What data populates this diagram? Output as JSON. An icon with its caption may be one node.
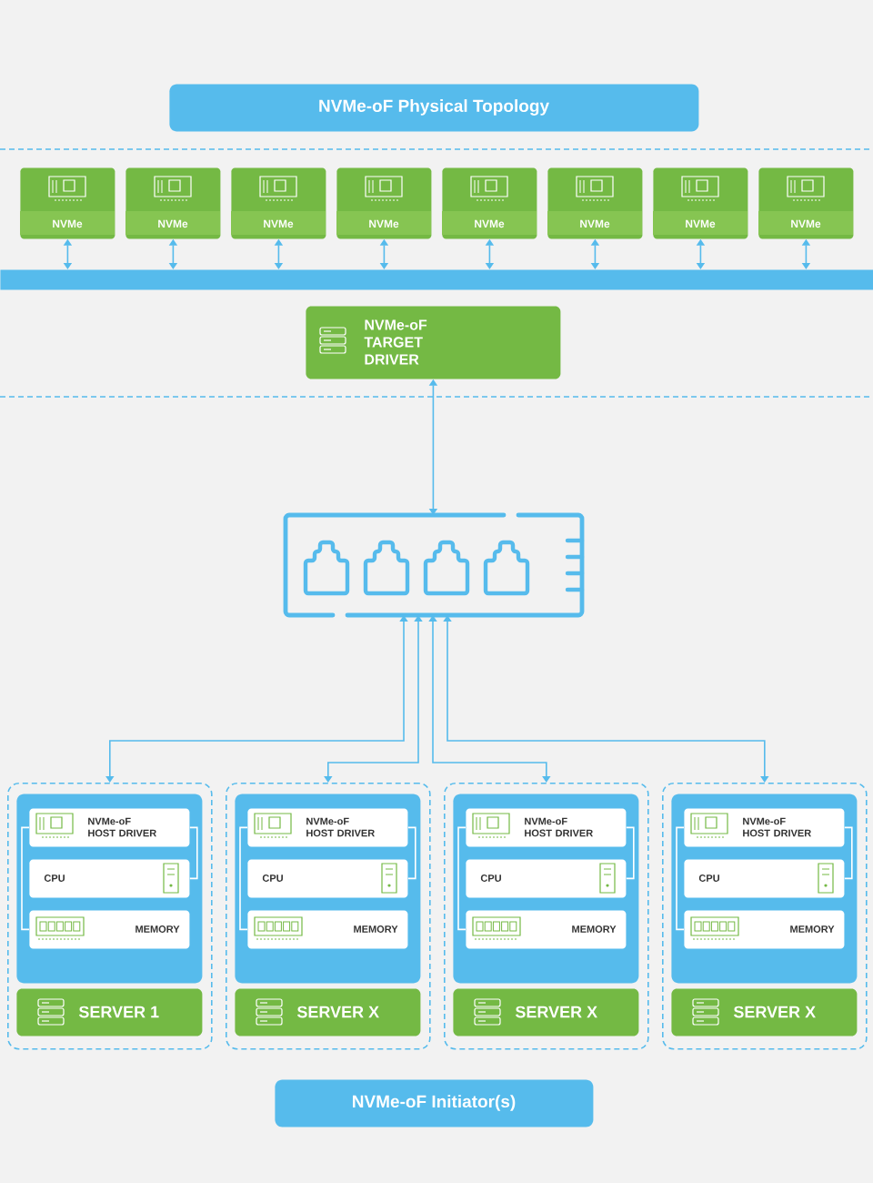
{
  "diagram": {
    "nodes": [
      {
        "text": [
          "NVMe-oF Physical Topology"
        ]
      },
      {
        "text": [
          "NVMe"
        ]
      },
      {
        "text": [
          "NVMe"
        ]
      },
      {
        "text": [
          "NVMe"
        ]
      },
      {
        "text": [
          "NVMe"
        ]
      },
      {
        "text": [
          "NVMe"
        ]
      },
      {
        "text": [
          "NVMe"
        ]
      },
      {
        "text": [
          "NVMe"
        ]
      },
      {
        "text": [
          "NVMe"
        ]
      },
      {
        "text": [],
        "shape": "bar"
      },
      {
        "text": [
          "NVMe-oF TARGET DRIVER"
        ]
      },
      {
        "text": [],
        "shape": "switch"
      },
      {
        "text": [],
        "shape": "box"
      },
      {
        "text": [],
        "shape": "box",
        "in": 12
      },
      {
        "text": [
          "NVMe-oF HOST DRIVER"
        ],
        "in": 13
      },
      {
        "text": [
          "CPU"
        ],
        "in": 13
      },
      {
        "text": [
          "MEMORY"
        ],
        "in": 13
      },
      {
        "text": [
          "SERVER 1"
        ],
        "in": 12
      },
      {
        "text": [],
        "shape": "box"
      },
      {
        "text": [],
        "shape": "box",
        "in": 18
      },
      {
        "text": [
          "NVMe-oF HOST DRIVER"
        ],
        "in": 19
      },
      {
        "text": [
          "CPU"
        ],
        "in": 19
      },
      {
        "text": [
          "MEMORY"
        ],
        "in": 19
      },
      {
        "text": [
          "SERVER X"
        ],
        "in": 18
      },
      {
        "text": [],
        "shape": "box"
      },
      {
        "text": [],
        "shape": "box",
        "in": 24
      },
      {
        "text": [
          "NVMe-oF HOST DRIVER"
        ],
        "in": 25
      },
      {
        "text": [
          "CPU"
        ],
        "in": 25
      },
      {
        "text": [
          "MEMORY"
        ],
        "in": 25
      },
      {
        "text": [
          "SERVER X"
        ],
        "in": 24
      },
      {
        "text": [],
        "shape": "box"
      },
      {
        "text": [],
        "shape": "box",
        "in": 30
      },
      {
        "text": [
          "NVMe-oF HOST DRIVER"
        ],
        "in": 31
      },
      {
        "text": [
          "CPU"
        ],
        "in": 31
      },
      {
        "text": [
          "MEMORY"
        ],
        "in": 31
      },
      {
        "text": [
          "SERVER X"
        ],
        "in": 30
      },
      {
        "text": [
          "NVMe-oF Initiator(s)"
        ]
      }
    ],
    "edges": [
      {
        "from": 1,
        "to": 9,
        "arrow": "both"
      },
      {
        "from": 2,
        "to": 9,
        "arrow": "both"
      },
      {
        "from": 3,
        "to": 9,
        "arrow": "both"
      },
      {
        "from": 4,
        "to": 9,
        "arrow": "both"
      },
      {
        "from": 5,
        "to": 9,
        "arrow": "both"
      },
      {
        "from": 6,
        "to": 9,
        "arrow": "both"
      },
      {
        "from": 7,
        "to": 9,
        "arrow": "both"
      },
      {
        "from": 8,
        "to": 9,
        "arrow": "both"
      },
      {
        "from": 10,
        "to": 11,
        "arrow": "both"
      },
      {
        "from": 12,
        "to": 11,
        "arrow": "both"
      },
      {
        "from": 18,
        "to": 11,
        "arrow": "both"
      },
      {
        "from": 24,
        "to": 11,
        "arrow": "both"
      },
      {
        "from": 30,
        "to": 11,
        "arrow": "both"
      },
      {
        "from": 14,
        "to": 15,
        "arrow": "none",
        "color": "#ffffff"
      },
      {
        "from": 14,
        "to": 16,
        "arrow": "none",
        "color": "#ffffff"
      },
      {
        "from": 20,
        "to": 21,
        "arrow": "none",
        "color": "#ffffff"
      },
      {
        "from": 20,
        "to": 22,
        "arrow": "none",
        "color": "#ffffff"
      },
      {
        "from": 26,
        "to": 27,
        "arrow": "none",
        "color": "#ffffff"
      },
      {
        "from": 26,
        "to": 28,
        "arrow": "none",
        "color": "#ffffff"
      },
      {
        "from": 32,
        "to": 33,
        "arrow": "none",
        "color": "#ffffff"
      },
      {
        "from": 32,
        "to": 34,
        "arrow": "none",
        "color": "#ffffff"
      }
    ]
  }
}
